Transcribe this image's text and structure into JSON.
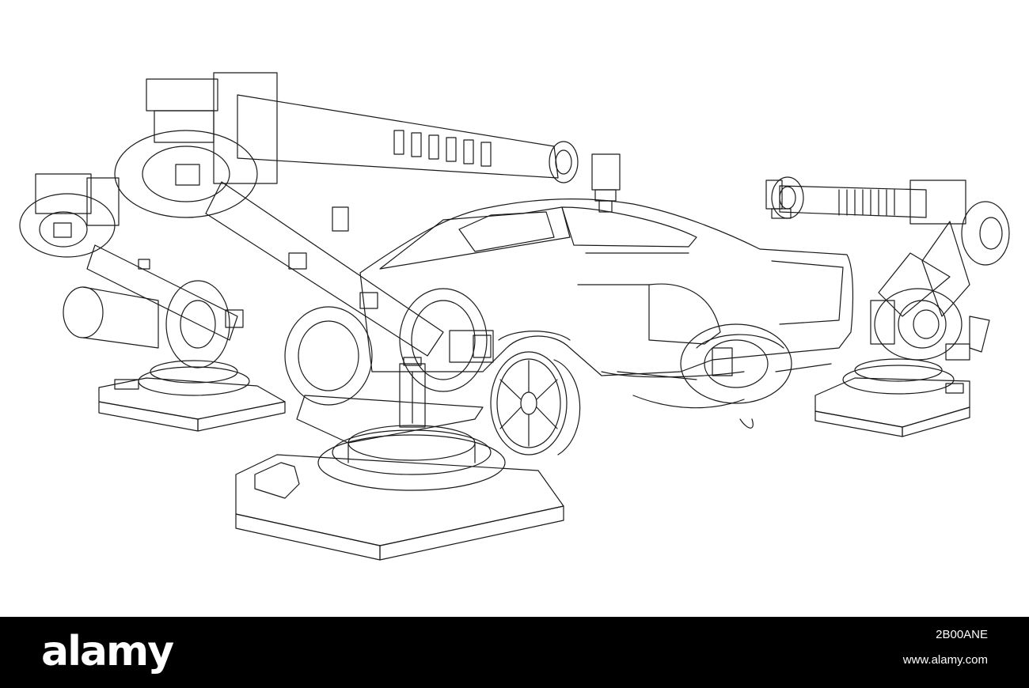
{
  "illustration": {
    "stroke_color": "#1a1a1a",
    "background_color": "#ffffff"
  },
  "footer": {
    "background_color": "#000000",
    "logo_text": "alamy",
    "image_id": "2B00ANE",
    "site_url": "www.alamy.com"
  }
}
